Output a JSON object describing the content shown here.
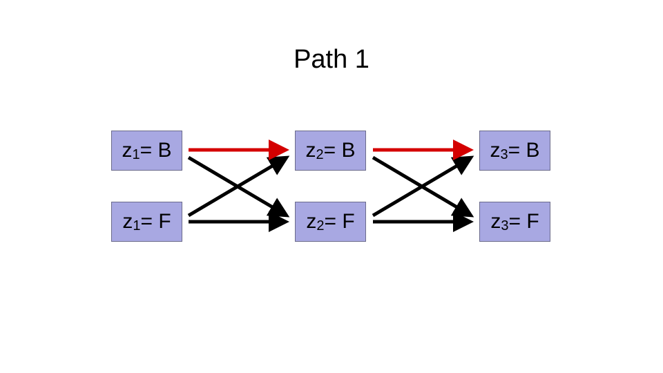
{
  "title": "Path 1",
  "nodes": [
    {
      "var": "z",
      "sub": "1",
      "eq": "= B"
    },
    {
      "var": "z",
      "sub": "1",
      "eq": "= F"
    },
    {
      "var": "z",
      "sub": "2",
      "eq": "= B"
    },
    {
      "var": "z",
      "sub": "2",
      "eq": "= F"
    },
    {
      "var": "z",
      "sub": "3",
      "eq": "= B"
    },
    {
      "var": "z",
      "sub": "3",
      "eq": "= F"
    }
  ],
  "colors": {
    "node_fill": "#a8a8e2",
    "path_highlight": "#d40000",
    "edge": "#000000"
  }
}
